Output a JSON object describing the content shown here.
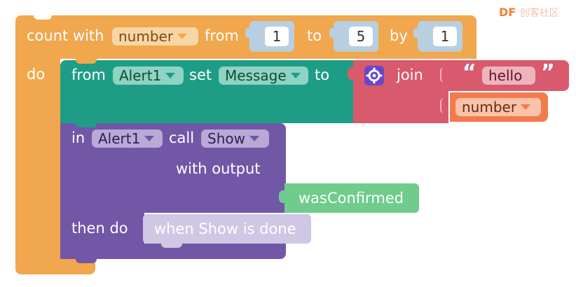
{
  "watermark": {
    "brand": "DF",
    "text": "创客社区"
  },
  "loop_block": {
    "keyword_count_with": "count with",
    "variable": "number",
    "keyword_from": "from",
    "from_value": "1",
    "keyword_to": "to",
    "to_value": "5",
    "keyword_by": "by",
    "by_value": "1",
    "keyword_do": "do"
  },
  "setter_block": {
    "keyword_from": "from",
    "component": "Alert1",
    "keyword_set": "set",
    "property": "Message",
    "keyword_to": "to"
  },
  "join_block": {
    "label": "join",
    "text_value": "hello",
    "open_quote": "“",
    "close_quote": "”",
    "variable": "number"
  },
  "call_block": {
    "keyword_in": "in",
    "component": "Alert1",
    "keyword_call": "call",
    "method": "Show",
    "with_output_label": "with output",
    "output_name": "wasConfirmed",
    "then_do_label": "then do",
    "event_placeholder": "when Show is done"
  },
  "colors": {
    "control": "#f1a74d",
    "control_pill": "#f8d6a3",
    "setter": "#1e9d86",
    "setter_pill": "#8fd3c2",
    "text": "#d9596d",
    "text_pill": "#efb3bd",
    "variable": "#f27b4e",
    "variable_pill": "#f9c3a9",
    "method": "#7257a6",
    "method_pill": "#b8a9d6",
    "output_param": "#6fcc8c",
    "placeholder": "#cfc7e3",
    "number_slot": "#b7cfe0"
  },
  "icons": {
    "join_gear": "gear-icon"
  }
}
